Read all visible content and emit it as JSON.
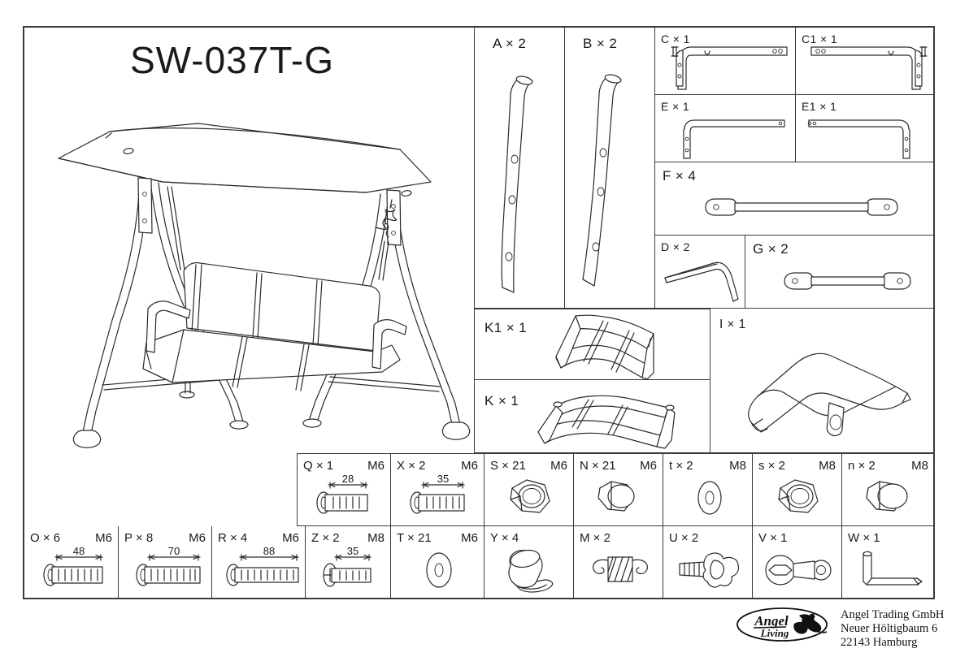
{
  "document": {
    "title": "SW-037T-G",
    "type": "assembly-parts-list"
  },
  "main_illustration": {
    "name": "porch-swing-with-canopy",
    "caption": ""
  },
  "parts": {
    "A": {
      "label": "A × 2",
      "icon": "curved-leg-tube"
    },
    "B": {
      "label": "B × 2",
      "icon": "curved-leg-tube"
    },
    "C": {
      "label": "C × 1",
      "icon": "bent-bracket-rail-left"
    },
    "C1": {
      "label": "C1 × 1",
      "icon": "bent-bracket-rail-right"
    },
    "E": {
      "label": "E × 1",
      "icon": "bent-rail-left"
    },
    "E1": {
      "label": "E1 × 1",
      "icon": "bent-rail-right"
    },
    "F": {
      "label": "F × 4",
      "icon": "flat-link-bar"
    },
    "D": {
      "label": "D × 2",
      "icon": "bent-rod"
    },
    "G": {
      "label": "G × 2",
      "icon": "flat-link-bar"
    },
    "K1": {
      "label": "K1 × 1",
      "icon": "backrest-frame"
    },
    "K": {
      "label": "K × 1",
      "icon": "seat-frame"
    },
    "I": {
      "label": "I × 1",
      "icon": "armrest"
    }
  },
  "hardware": {
    "row1": [
      {
        "label": "Q × 1",
        "thread": "M6",
        "length": "28",
        "icon": "bolt"
      },
      {
        "label": "X × 2",
        "thread": "M6",
        "length": "35",
        "icon": "bolt"
      },
      {
        "label": "S × 21",
        "thread": "M6",
        "length": "",
        "icon": "lock-nut"
      },
      {
        "label": "N × 21",
        "thread": "M6",
        "length": "",
        "icon": "cap-nut"
      },
      {
        "label": "t × 2",
        "thread": "M8",
        "length": "",
        "icon": "washer"
      },
      {
        "label": "s × 2",
        "thread": "M8",
        "length": "",
        "icon": "lock-nut"
      },
      {
        "label": "n × 2",
        "thread": "M8",
        "length": "",
        "icon": "cap-nut"
      }
    ],
    "row2": [
      {
        "label": "O × 6",
        "thread": "M6",
        "length": "48",
        "icon": "bolt"
      },
      {
        "label": "P × 8",
        "thread": "M6",
        "length": "70",
        "icon": "bolt"
      },
      {
        "label": "R × 4",
        "thread": "M6",
        "length": "88",
        "icon": "bolt"
      },
      {
        "label": "Z × 2",
        "thread": "M8",
        "length": "35",
        "icon": "bolt"
      },
      {
        "label": "T × 21",
        "thread": "M6",
        "length": "",
        "icon": "washer"
      },
      {
        "label": "Y × 4",
        "thread": "",
        "length": "",
        "icon": "foot-cap"
      },
      {
        "label": "M × 2",
        "thread": "",
        "length": "",
        "icon": "spring"
      },
      {
        "label": "U × 2",
        "thread": "",
        "length": "",
        "icon": "thumb-screw"
      },
      {
        "label": "V × 1",
        "thread": "",
        "length": "",
        "icon": "wrench"
      },
      {
        "label": "W × 1",
        "thread": "",
        "length": "",
        "icon": "allen-key"
      }
    ]
  },
  "footer": {
    "logo_top": "Angel",
    "logo_bottom": "Living",
    "company": "Angel Trading GmbH",
    "street": "Neuer Höltigbaum 6",
    "city": "22143 Hamburg"
  },
  "colors": {
    "line": "#2b2b2b",
    "border": "#3a3a3a",
    "background": "#ffffff"
  }
}
